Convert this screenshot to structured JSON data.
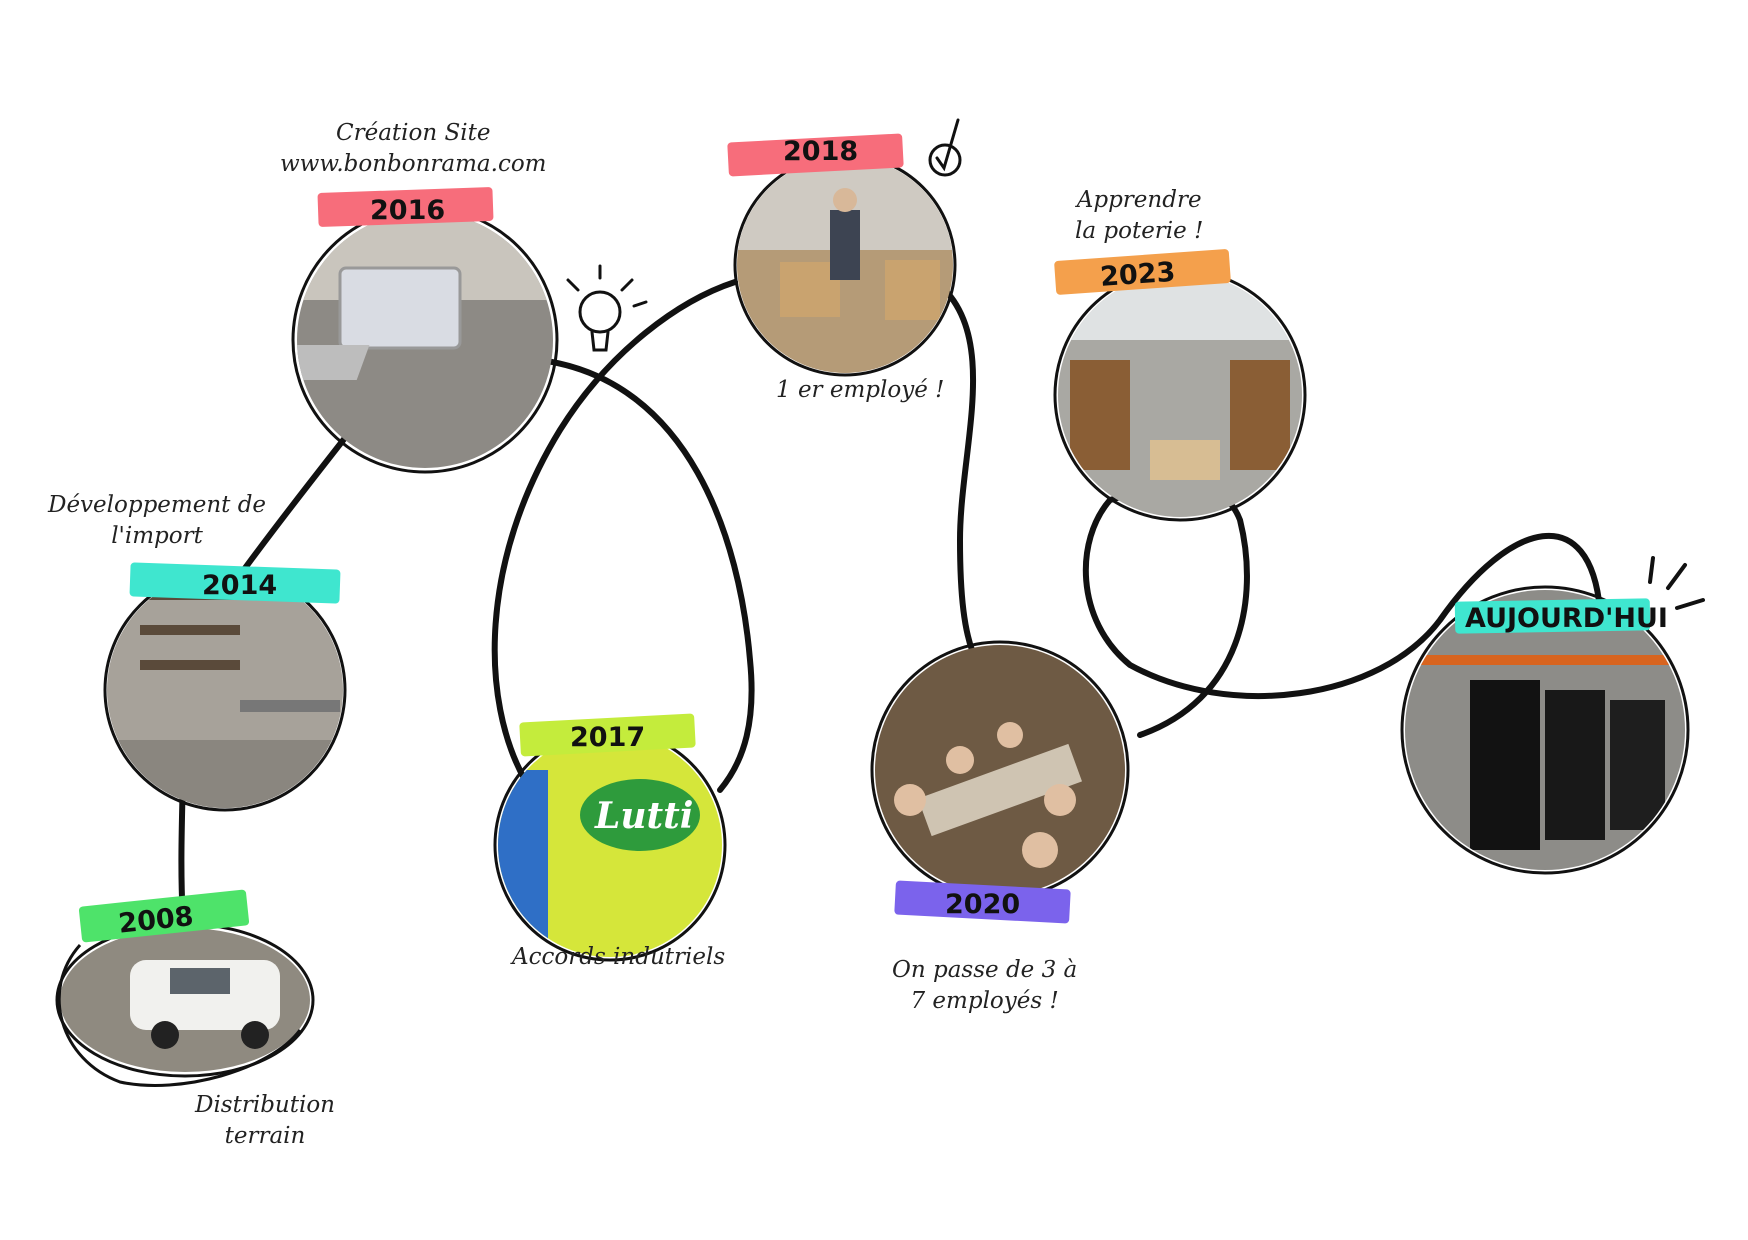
{
  "colors": {
    "line": "#111111",
    "photo_fill": "#b8b2a8"
  },
  "milestones": [
    {
      "id": "2008",
      "year": "2008",
      "caption": [
        "Distribution",
        "terrain"
      ],
      "highlight": "#4ee36a",
      "photo": "white delivery van"
    },
    {
      "id": "2014",
      "year": "2014",
      "caption": [
        "Développement de",
        "l'import"
      ],
      "highlight": "#3fe6cf",
      "photo": "stockroom shelves"
    },
    {
      "id": "2016",
      "year": "2016",
      "caption": [
        "Création Site",
        "www.bonbonrama.com"
      ],
      "highlight": "#f76d7b",
      "photo": "laptop on desk"
    },
    {
      "id": "2017",
      "year": "2017",
      "caption": [
        "Accords indutriels"
      ],
      "highlight": "#c4ec3c",
      "photo": "Lutti stand",
      "photo_text": "Lutti"
    },
    {
      "id": "2018",
      "year": "2018",
      "caption": [
        "1 er employé !"
      ],
      "highlight": "#f76d7b",
      "photo": "warehouse worker packing boxes"
    },
    {
      "id": "2020",
      "year": "2020",
      "caption": [
        "On passe de 3 à",
        "7 employés !"
      ],
      "highlight": "#7b63ec",
      "photo": "team dinner"
    },
    {
      "id": "2023",
      "year": "2023",
      "caption": [
        "Apprendre",
        "la poterie !"
      ],
      "highlight": "#f4a04c",
      "photo": "warehouse aisle"
    },
    {
      "id": "today",
      "year": "AUJOURD'HUI",
      "caption": [],
      "highlight": "#3fe6cf",
      "photo": "wrapped pallets"
    }
  ],
  "icons": [
    "lightbulb-icon",
    "checkmark-icon",
    "sparkle-lines-icon"
  ]
}
